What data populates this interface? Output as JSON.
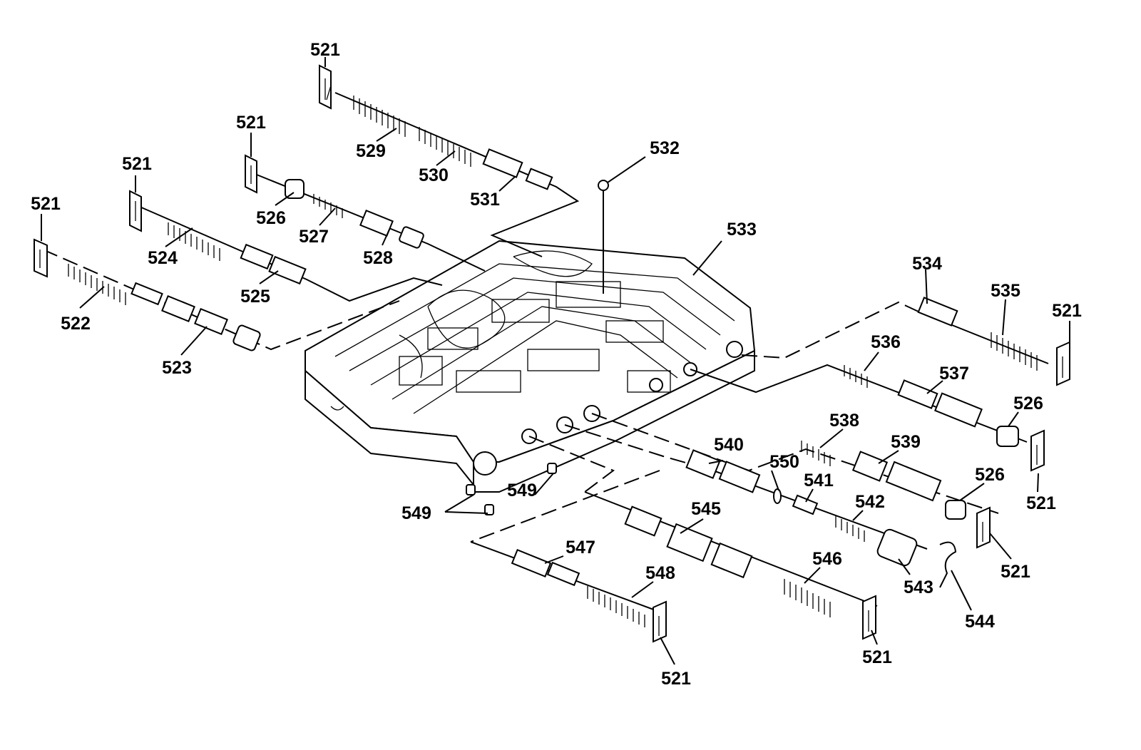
{
  "diagram": {
    "labels": [
      "521",
      "521",
      "521",
      "521",
      "522",
      "523",
      "524",
      "525",
      "526",
      "527",
      "528",
      "529",
      "530",
      "531",
      "532",
      "533",
      "534",
      "535",
      "521",
      "536",
      "537",
      "526",
      "521",
      "538",
      "539",
      "526",
      "521",
      "540",
      "550",
      "541",
      "542",
      "543",
      "544",
      "545",
      "546",
      "521",
      "547",
      "548",
      "521",
      "549",
      "549"
    ]
  }
}
